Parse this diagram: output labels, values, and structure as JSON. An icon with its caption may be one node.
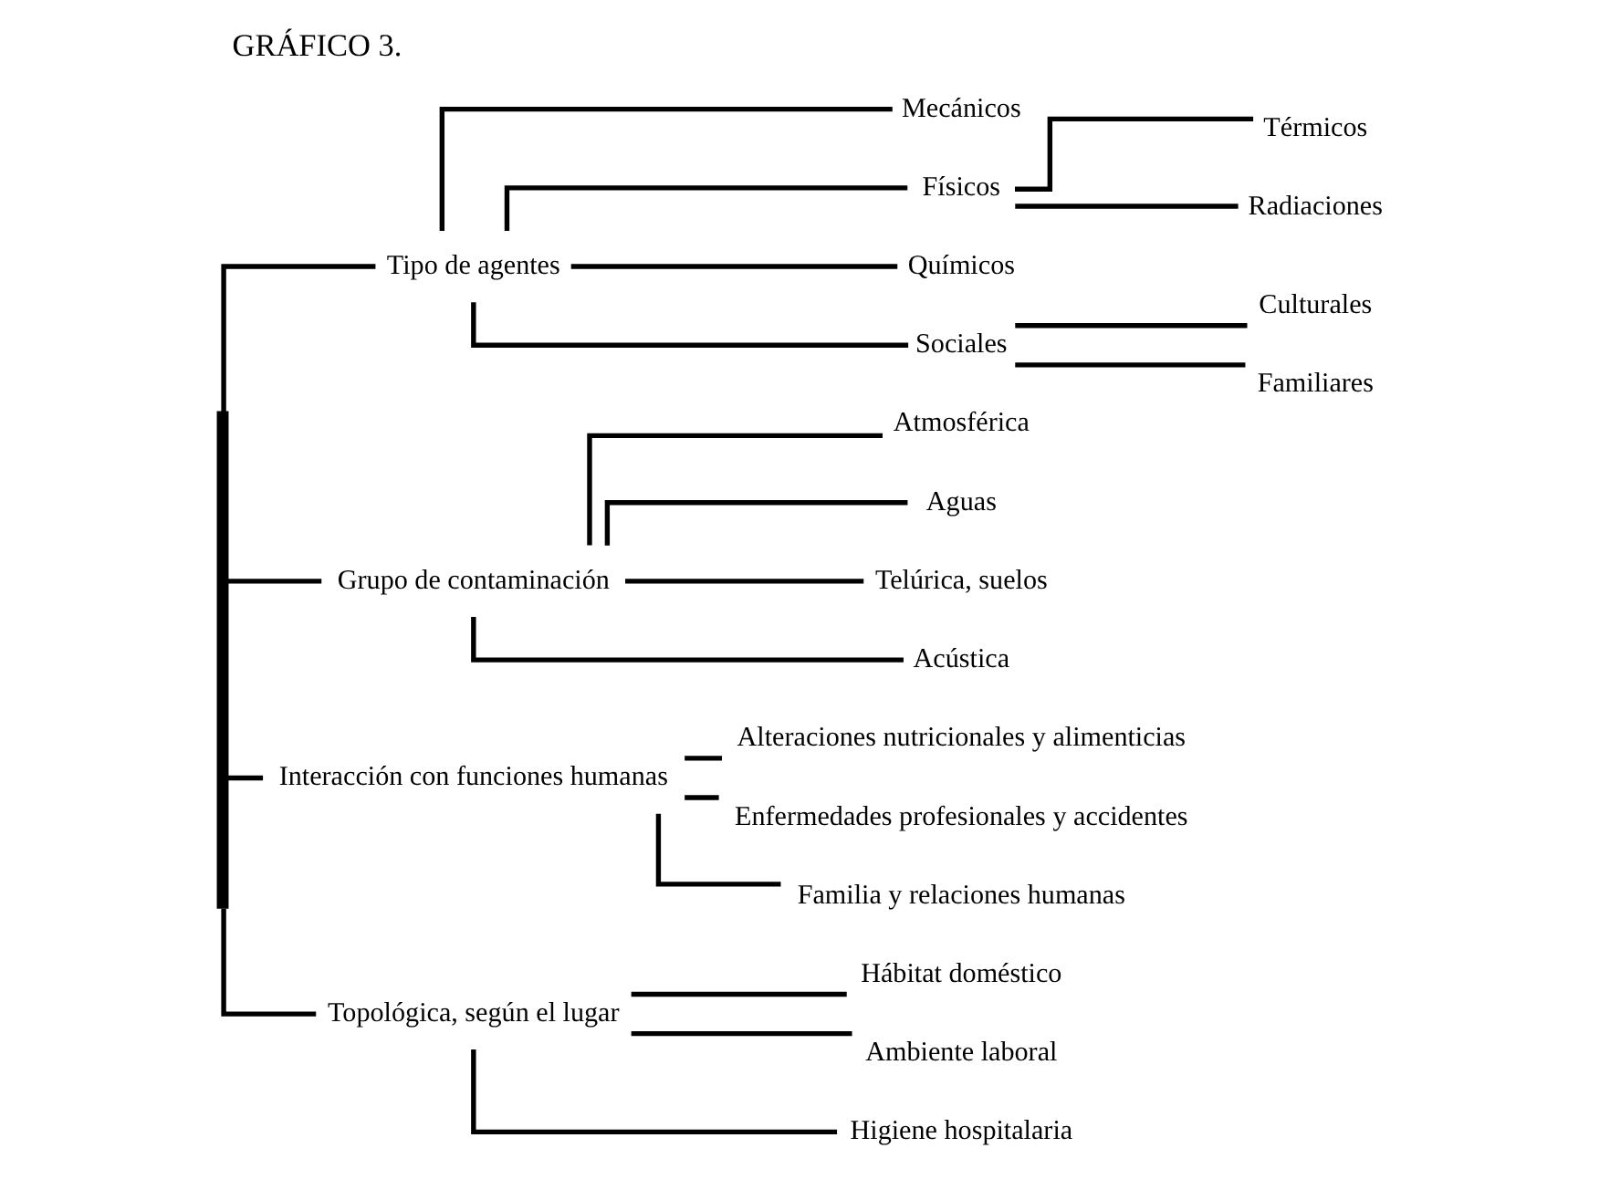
{
  "diagram": {
    "title": "GRÁFICO 3.",
    "nodes": [
      {
        "text": [],
        "shape": "bar"
      },
      {
        "text": [
          "Tipo de agentes"
        ]
      },
      {
        "text": [
          "Mecánicos"
        ]
      },
      {
        "text": [
          "Físicos"
        ]
      },
      {
        "text": [
          "Térmicos"
        ]
      },
      {
        "text": [
          "Radiaciones"
        ]
      },
      {
        "text": [
          "Químicos"
        ]
      },
      {
        "text": [
          "Sociales"
        ]
      },
      {
        "text": [
          "Culturales"
        ]
      },
      {
        "text": [
          "Familiares"
        ]
      },
      {
        "text": [
          "Grupo de contaminación"
        ]
      },
      {
        "text": [
          "Atmosférica"
        ]
      },
      {
        "text": [
          "Aguas"
        ]
      },
      {
        "text": [
          "Telúrica, suelos"
        ]
      },
      {
        "text": [
          "Acústica"
        ]
      },
      {
        "text": [
          "Interacción con funciones humanas"
        ]
      },
      {
        "text": [
          "Alteraciones nutricionales y alimenticias"
        ]
      },
      {
        "text": [
          "Enfermedades profesionales y accidentes"
        ]
      },
      {
        "text": [
          "Familia y relaciones humanas"
        ]
      },
      {
        "text": [
          "Topológica, según el lugar"
        ]
      },
      {
        "text": [
          "Hábitat doméstico"
        ]
      },
      {
        "text": [
          "Ambiente laboral"
        ]
      },
      {
        "text": [
          "Higiene hospitalaria"
        ]
      }
    ],
    "edges": [
      {
        "from": 0,
        "to": 1,
        "arrow": "none"
      },
      {
        "from": 1,
        "to": 2,
        "arrow": "none"
      },
      {
        "from": 1,
        "to": 3,
        "arrow": "none"
      },
      {
        "from": 3,
        "to": 4,
        "arrow": "none"
      },
      {
        "from": 3,
        "to": 5,
        "arrow": "none"
      },
      {
        "from": 1,
        "to": 6,
        "arrow": "none"
      },
      {
        "from": 1,
        "to": 7,
        "arrow": "none"
      },
      {
        "from": 7,
        "to": 8,
        "arrow": "none"
      },
      {
        "from": 7,
        "to": 9,
        "arrow": "none"
      },
      {
        "from": 0,
        "to": 10,
        "arrow": "none"
      },
      {
        "from": 10,
        "to": 11,
        "arrow": "none"
      },
      {
        "from": 10,
        "to": 12,
        "arrow": "none"
      },
      {
        "from": 10,
        "to": 13,
        "arrow": "none"
      },
      {
        "from": 10,
        "to": 14,
        "arrow": "none"
      },
      {
        "from": 0,
        "to": 15,
        "arrow": "none"
      },
      {
        "from": 15,
        "to": 16,
        "arrow": "none"
      },
      {
        "from": 15,
        "to": 17,
        "arrow": "none"
      },
      {
        "from": 15,
        "to": 18,
        "arrow": "none"
      },
      {
        "from": 0,
        "to": 19,
        "arrow": "none"
      },
      {
        "from": 19,
        "to": 20,
        "arrow": "none"
      },
      {
        "from": 19,
        "to": 21,
        "arrow": "none"
      },
      {
        "from": 19,
        "to": 22,
        "arrow": "none"
      }
    ]
  }
}
